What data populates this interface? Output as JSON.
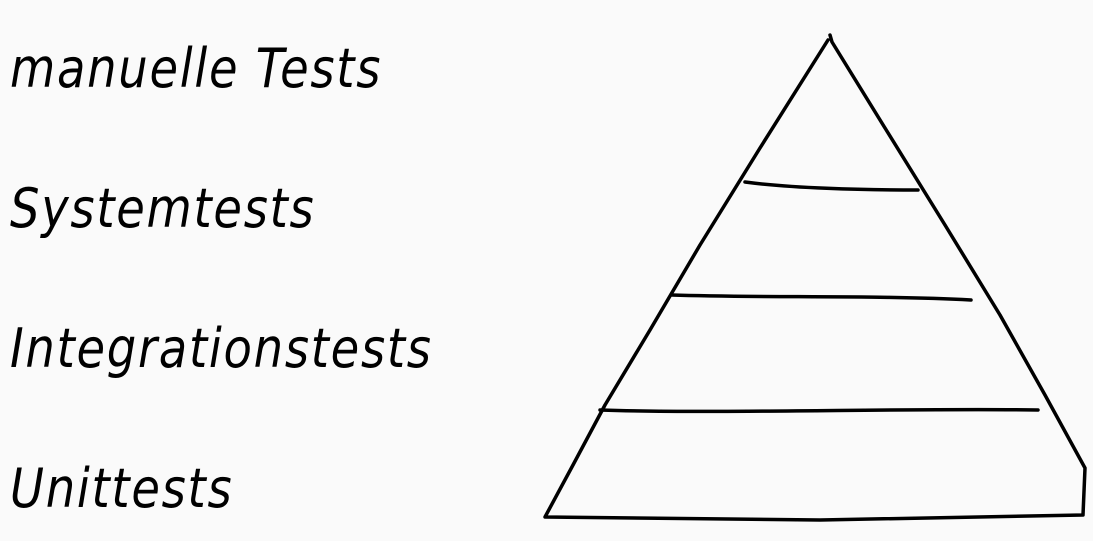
{
  "diagram": {
    "type": "test-pyramid",
    "labels": [
      "manuelle Tests",
      "Systemtests",
      "Integrationstests",
      "Unittests"
    ],
    "stroke_color": "#000000",
    "background_color": "#fafafa"
  }
}
